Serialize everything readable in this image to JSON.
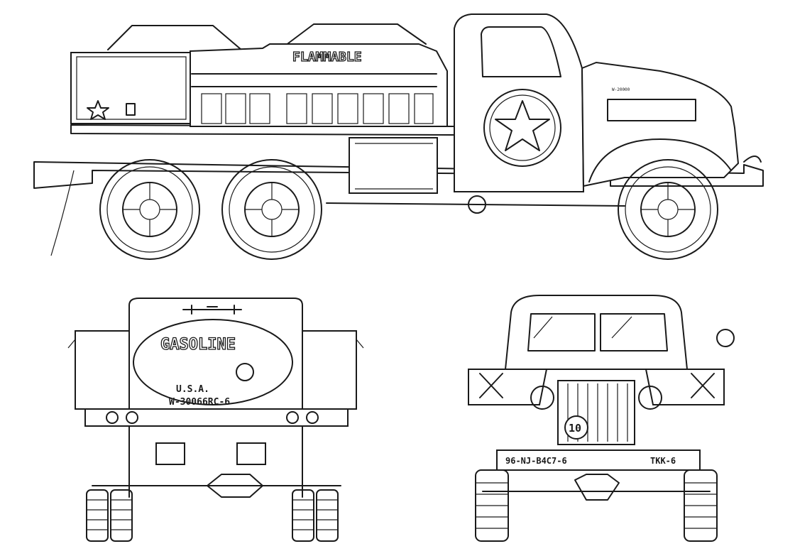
{
  "side_view": {
    "tank_marking": "FLAMMABLE",
    "hood_number": "W-20000"
  },
  "rear_view": {
    "tank_marking": "GASOLINE",
    "usa_text": "U.S.A.",
    "registration": "W-30066RC-6"
  },
  "front_view": {
    "bumper_number": "10",
    "bumper_left_text": "96-NJ-B4C7-6",
    "bumper_right_text": "TKK-6"
  }
}
